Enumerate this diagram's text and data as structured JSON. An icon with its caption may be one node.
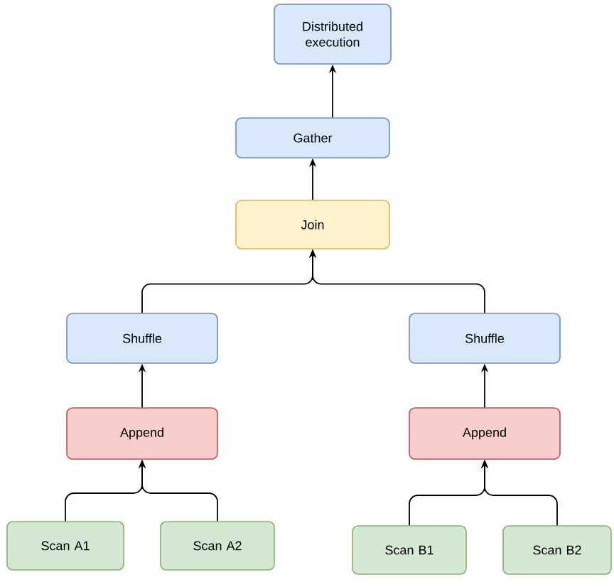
{
  "diagram": {
    "nodes": [
      {
        "text": [
          "Distributed execution"
        ]
      },
      {
        "text": [
          "Gather"
        ]
      },
      {
        "text": [
          "Join"
        ]
      },
      {
        "text": [
          "Shuffle"
        ]
      },
      {
        "text": [
          "Shuffle"
        ]
      },
      {
        "text": [
          "Append"
        ]
      },
      {
        "text": [
          "Append"
        ]
      },
      {
        "text": [
          "Scan A1"
        ]
      },
      {
        "text": [
          "Scan A2"
        ]
      },
      {
        "text": [
          "Scan B1"
        ]
      },
      {
        "text": [
          "Scan B2"
        ]
      }
    ],
    "edges": [
      {
        "from": 1,
        "to": 0,
        "arrow": "to"
      },
      {
        "from": 2,
        "to": 1,
        "arrow": "to"
      },
      {
        "from": 3,
        "to": 2,
        "arrow": "to"
      },
      {
        "from": 4,
        "to": 2,
        "arrow": "to"
      },
      {
        "from": 5,
        "to": 3,
        "arrow": "to"
      },
      {
        "from": 6,
        "to": 4,
        "arrow": "to"
      },
      {
        "from": 7,
        "to": 5,
        "arrow": "to"
      },
      {
        "from": 8,
        "to": 5,
        "arrow": "to"
      },
      {
        "from": 9,
        "to": 6,
        "arrow": "to"
      },
      {
        "from": 10,
        "to": 6,
        "arrow": "to"
      }
    ]
  }
}
